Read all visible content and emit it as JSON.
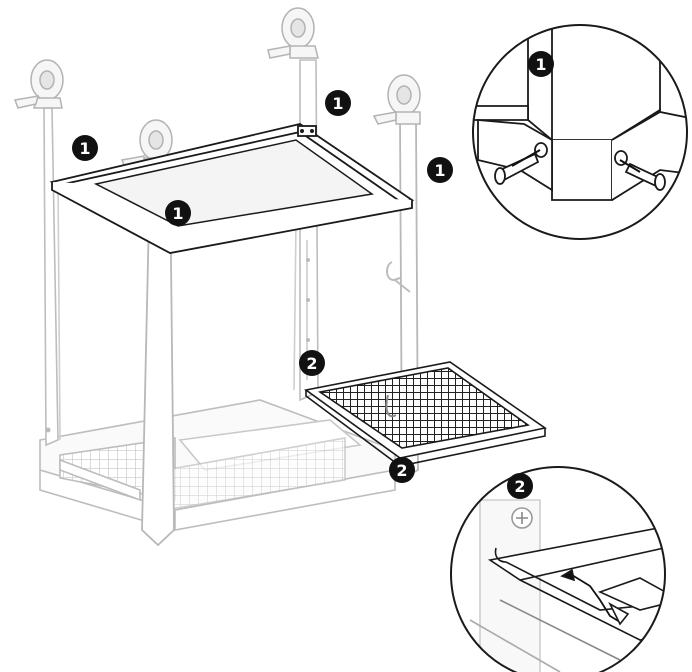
{
  "diagram": {
    "step_markers": [
      "1",
      "1",
      "1",
      "1",
      "1",
      "2",
      "2",
      "2"
    ],
    "colors": {
      "outline": "#1a1a1a",
      "faded_outline": "#bdbdbd",
      "light_fill": "#f4f4f4",
      "marker_fill": "#111111",
      "marker_text": "#ffffff"
    },
    "icons": [
      "caster-wheel-icon",
      "screw-icon",
      "wire-rack-icon",
      "hook-icon"
    ]
  }
}
